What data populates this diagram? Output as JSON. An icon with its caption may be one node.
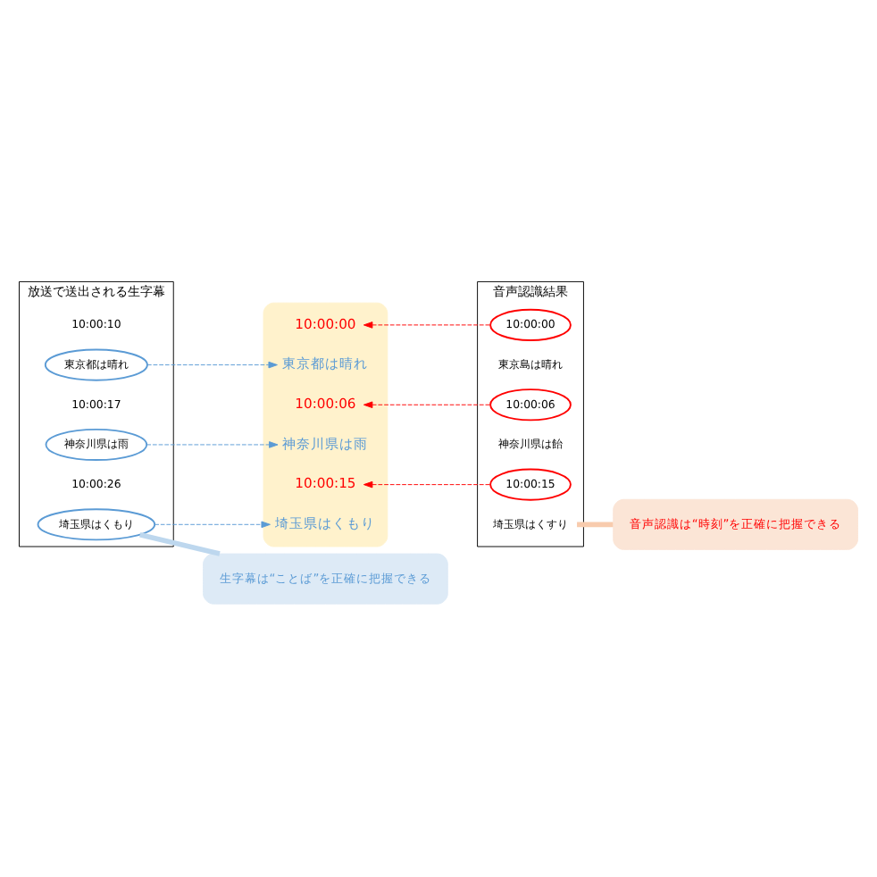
{
  "diagram": {
    "nodes": [
      {
        "text": [
          "放送で送出される生字幕"
        ]
      },
      {
        "text": [
          "10:00:10"
        ],
        "in": 0
      },
      {
        "text": [
          "東京都は晴れ"
        ],
        "in": 0
      },
      {
        "text": [
          "10:00:17"
        ],
        "in": 0
      },
      {
        "text": [
          "神奈川県は雨"
        ],
        "in": 0
      },
      {
        "text": [
          "10:00:26"
        ],
        "in": 0
      },
      {
        "text": [
          "埼玉県はくもり"
        ],
        "in": 0
      },
      {
        "text": [],
        "shape": "box"
      },
      {
        "text": [
          "10:00:00"
        ],
        "in": 7
      },
      {
        "text": [
          "東京都は晴れ"
        ],
        "in": 7
      },
      {
        "text": [
          "10:00:06"
        ],
        "in": 7
      },
      {
        "text": [
          "神奈川県は雨"
        ],
        "in": 7
      },
      {
        "text": [
          "10:00:15"
        ],
        "in": 7
      },
      {
        "text": [
          "埼玉県はくもり"
        ],
        "in": 7
      },
      {
        "text": [
          "音声認識結果"
        ]
      },
      {
        "text": [
          "10:00:00"
        ],
        "in": 14
      },
      {
        "text": [
          "東京島は晴れ"
        ],
        "in": 14
      },
      {
        "text": [
          "10:00:06"
        ],
        "in": 14
      },
      {
        "text": [
          "神奈川県は飴"
        ],
        "in": 14
      },
      {
        "text": [
          "10:00:15"
        ],
        "in": 14
      },
      {
        "text": [
          "埼玉県はくすり"
        ],
        "in": 14
      },
      {
        "text": [
          "生字幕は“ことば”を正確に把握できる"
        ]
      },
      {
        "text": [
          "音声認識は“時刻”を正確に把握できる"
        ]
      }
    ],
    "edges": [
      {
        "from": 2,
        "to": 9,
        "arrow": "to",
        "style": "dashed",
        "color": "#5b9bd5"
      },
      {
        "from": 15,
        "to": 8,
        "arrow": "to",
        "style": "dashed",
        "color": "#ff0000"
      },
      {
        "from": 4,
        "to": 11,
        "arrow": "to",
        "style": "dashed",
        "color": "#5b9bd5"
      },
      {
        "from": 17,
        "to": 10,
        "arrow": "to",
        "style": "dashed",
        "color": "#ff0000"
      },
      {
        "from": 6,
        "to": 13,
        "arrow": "to",
        "style": "dashed",
        "color": "#5b9bd5"
      },
      {
        "from": 19,
        "to": 12,
        "arrow": "to",
        "style": "dashed",
        "color": "#ff0000"
      },
      {
        "from": 21,
        "to": 6,
        "arrow": "none",
        "style": "thick",
        "color": "#bdd7ee"
      },
      {
        "from": 22,
        "to": 20,
        "arrow": "none",
        "style": "thick",
        "color": "#f8cbad"
      }
    ]
  }
}
